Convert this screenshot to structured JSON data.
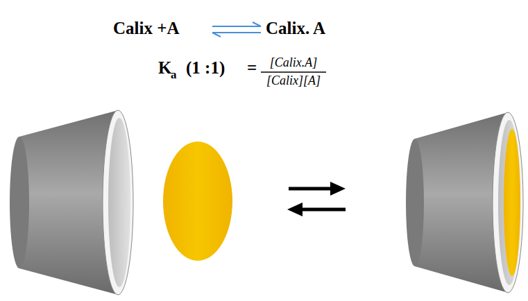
{
  "diagram": {
    "labels": [
      "Calix +A",
      "Calix. A",
      "K",
      "a",
      "(1 :1)",
      "=",
      "[Calix.A]",
      "[Calix][A]"
    ]
  }
}
